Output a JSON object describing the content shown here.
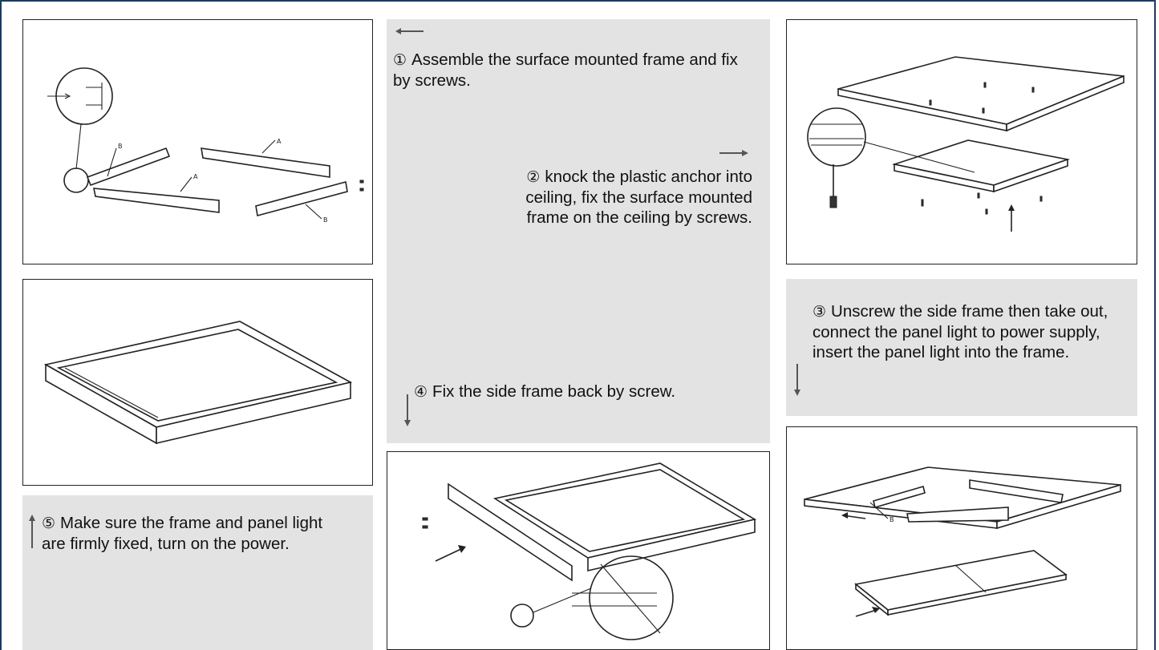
{
  "steps": [
    {
      "number": "①",
      "text": "Assemble the surface mounted frame and fix by screws."
    },
    {
      "number": "②",
      "text": "knock the plastic anchor into ceiling, fix the surface mounted frame on the ceiling by screws."
    },
    {
      "number": "③",
      "text": "Unscrew the side frame then take out, connect the panel light to power supply, insert the panel light into the frame."
    },
    {
      "number": "④",
      "text": "Fix the side frame back by screw."
    },
    {
      "number": "⑤",
      "text": "Make sure the frame and panel light are firmly fixed, turn on the power."
    }
  ],
  "diagram_labels": {
    "frame_part_a": "A",
    "frame_part_b": "B"
  },
  "colors": {
    "border": "#1f3a5c",
    "text_box_background": "#e3e3e3",
    "line_art": "#222222"
  }
}
